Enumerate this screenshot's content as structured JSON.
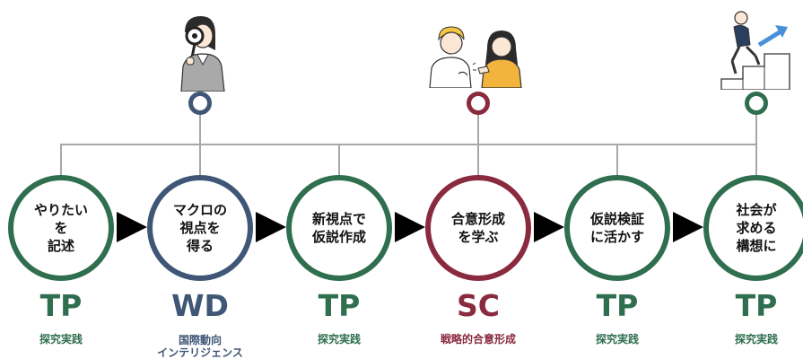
{
  "colors": {
    "green": "#2f6e4f",
    "navy": "#3f5676",
    "crimson": "#8a2a3e"
  },
  "steps": [
    {
      "label": "やりたい\nを\n記述",
      "code": "TP",
      "caption": "探究実践",
      "color": "green"
    },
    {
      "label": "マクロの\n視点を\n得る",
      "code": "WD",
      "caption": "国際動向\nインテリジェンス",
      "color": "navy"
    },
    {
      "label": "新視点で\n仮説作成",
      "code": "TP",
      "caption": "探究実践",
      "color": "green"
    },
    {
      "label": "合意形成\nを学ぶ",
      "code": "SC",
      "caption": "戦略的合意形成",
      "color": "crimson"
    },
    {
      "label": "仮説検証\nに活かす",
      "code": "TP",
      "caption": "探究実践",
      "color": "green"
    },
    {
      "label": "社会が\n求める\n構想に",
      "code": "TP",
      "caption": "探究実践",
      "color": "green"
    }
  ],
  "illustrations": [
    {
      "icon": "person-with-magnifier-icon",
      "color": "navy"
    },
    {
      "icon": "two-people-discussing-icon",
      "color": "crimson"
    },
    {
      "icon": "person-climbing-stairs-icon",
      "color": "green"
    }
  ]
}
